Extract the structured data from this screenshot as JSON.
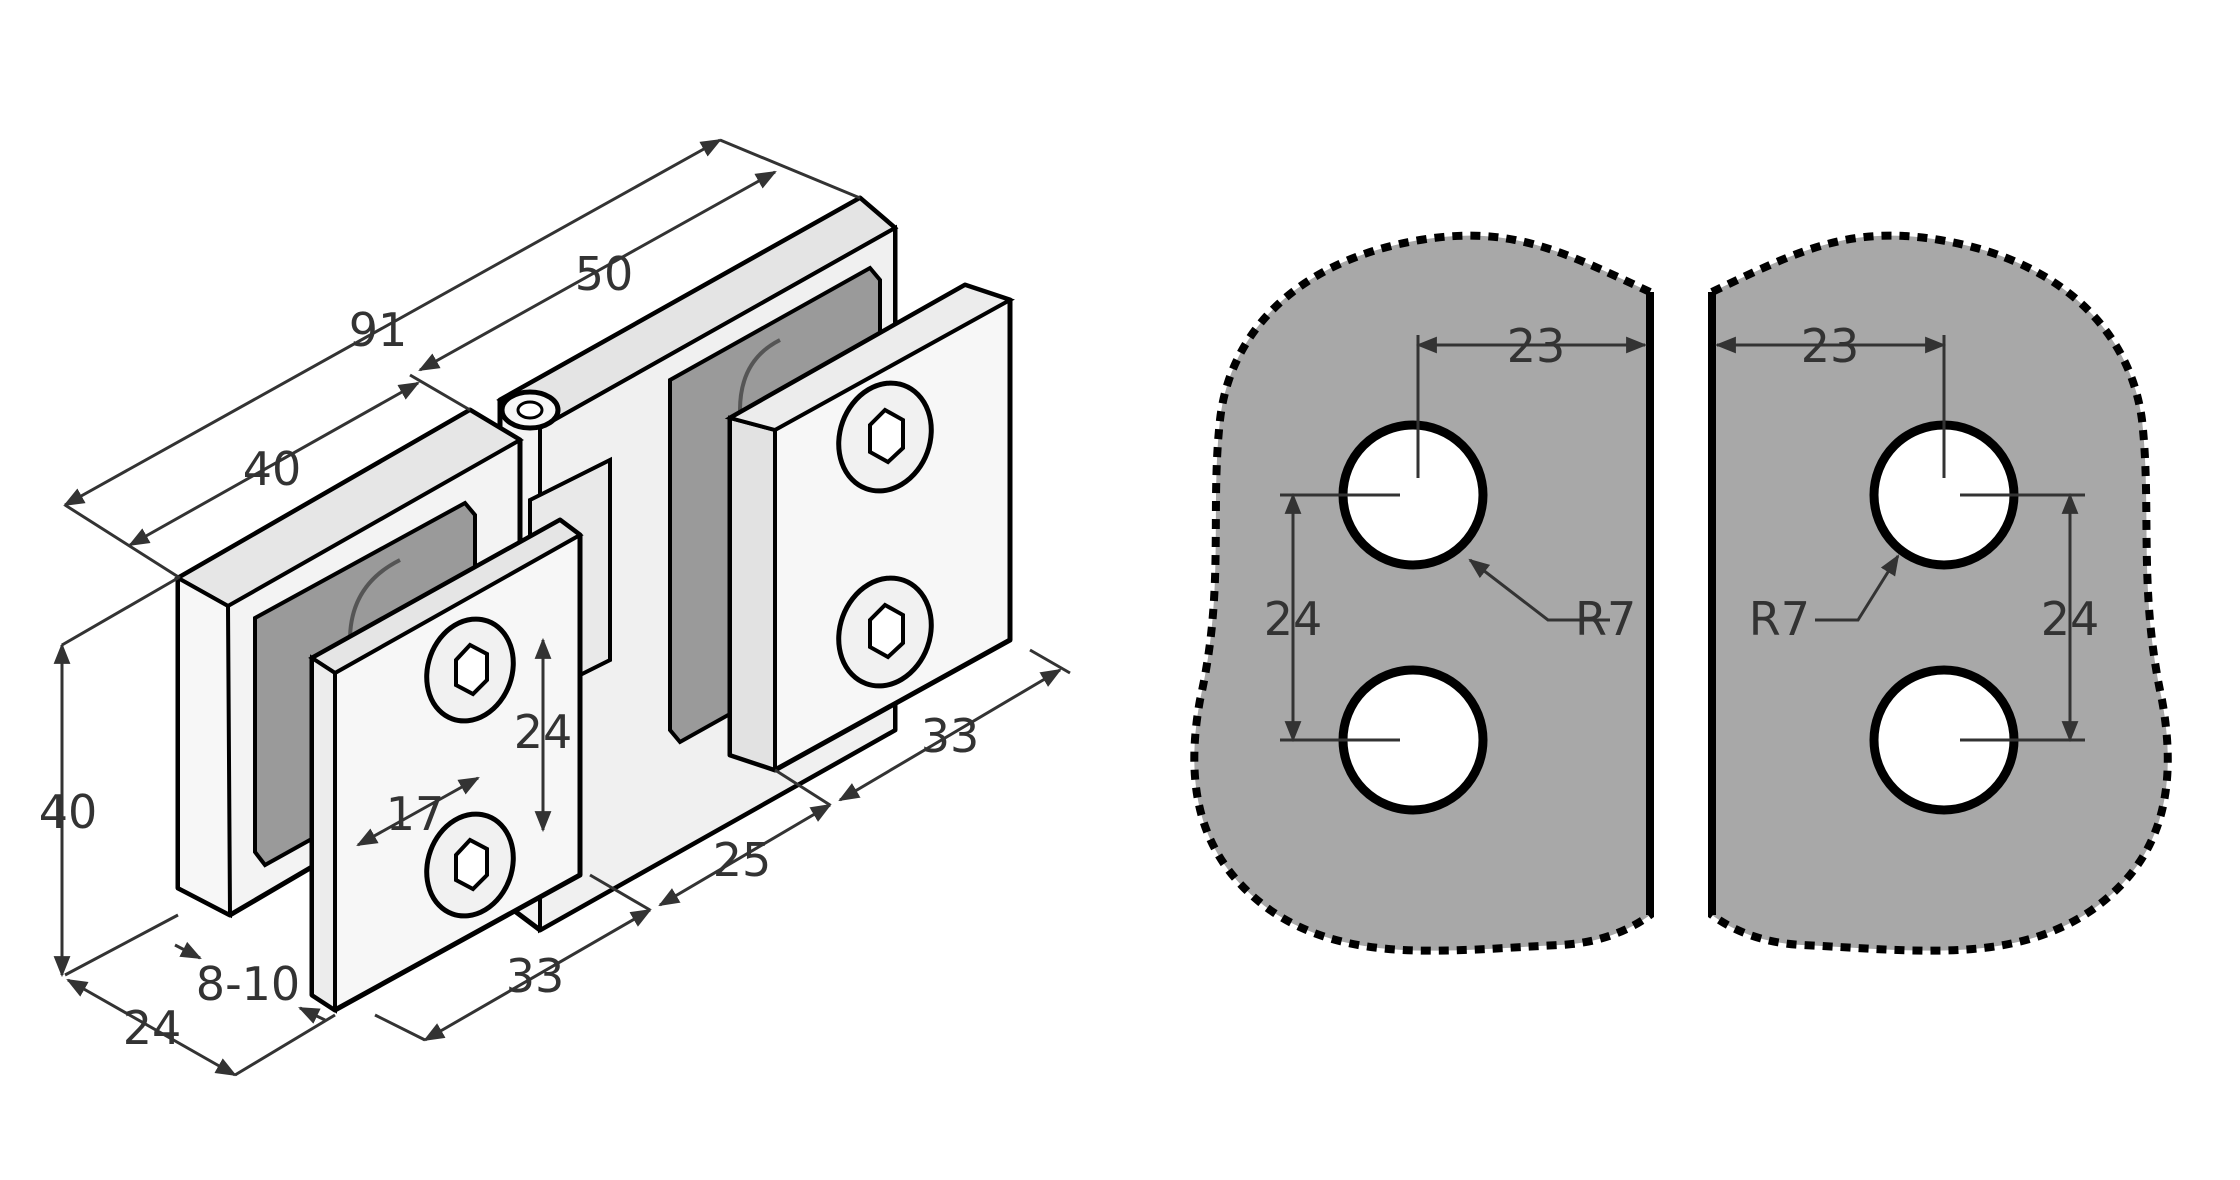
{
  "iso_view": {
    "dims": {
      "overall_length": "91",
      "right_leaf_length": "50",
      "left_leaf_length": "40",
      "height": "40",
      "depth": "24",
      "glass_thickness": "8-10",
      "front_plate_width": "33",
      "gap": "25",
      "right_plate_width": "33",
      "hole_spacing": "24",
      "hole_edge": "17"
    }
  },
  "cutout_left": {
    "dim_edge": "23",
    "dim_spacing": "24",
    "radius_label": "R7"
  },
  "cutout_right": {
    "dim_edge": "23",
    "dim_spacing": "24",
    "radius_label": "R7"
  },
  "colors": {
    "glass_fill": "#a8a8a8",
    "outline": "#000000",
    "metal_light": "#f3f3f3",
    "metal_mid": "#d6d6d6",
    "dim_line": "#333333"
  }
}
